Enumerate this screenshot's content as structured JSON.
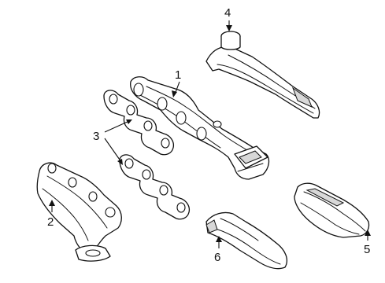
{
  "callouts": {
    "c1": "1",
    "c2": "2",
    "c3": "3",
    "c4": "4",
    "c5": "5",
    "c6": "6"
  },
  "colors": {
    "line": "#111111",
    "background": "#ffffff",
    "shade": "#d8d8d8"
  }
}
